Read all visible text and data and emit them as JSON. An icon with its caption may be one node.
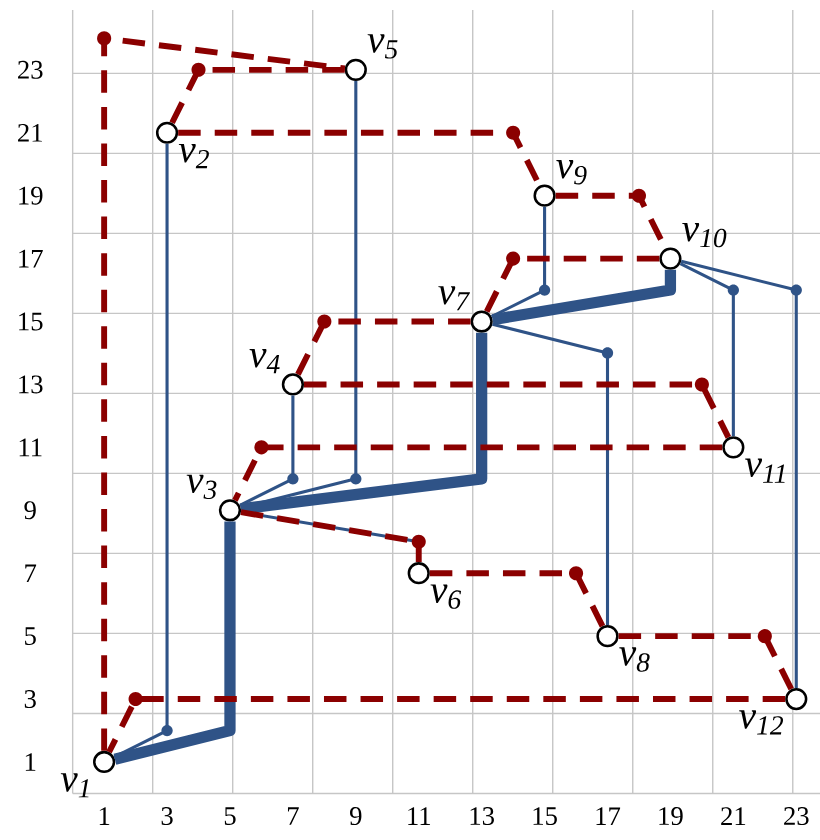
{
  "diagram": {
    "nodes": [
      {
        "text": [
          "v$_{1}$"
        ]
      },
      {
        "text": [
          "v$_{2}$"
        ]
      },
      {
        "text": [
          "v$_{3}$"
        ]
      },
      {
        "text": [
          "v$_{4}$"
        ]
      },
      {
        "text": [
          "v$_{5}$"
        ]
      },
      {
        "text": [
          "v$_{6}$"
        ]
      },
      {
        "text": [
          "v$_{7}$"
        ]
      },
      {
        "text": [
          "v$_{8}$"
        ]
      },
      {
        "text": [
          "v$_{9}$"
        ]
      },
      {
        "text": [
          "v$_{10}$"
        ]
      },
      {
        "text": [
          "v$_{11}$"
        ]
      },
      {
        "text": [
          "v$_{12}$"
        ]
      }
    ],
    "edges": [
      {
        "from": 0,
        "to": 1,
        "arrow": "none",
        "color": "#2f5387"
      },
      {
        "from": 0,
        "to": 2,
        "arrow": "none",
        "style": "thick",
        "color": "#2f5387"
      },
      {
        "from": 2,
        "to": 3,
        "arrow": "none",
        "color": "#2f5387"
      },
      {
        "from": 2,
        "to": 4,
        "arrow": "none",
        "color": "#2f5387"
      },
      {
        "from": 2,
        "to": 5,
        "arrow": "none",
        "color": "#2f5387"
      },
      {
        "from": 2,
        "to": 6,
        "arrow": "none",
        "style": "thick",
        "color": "#2f5387"
      },
      {
        "from": 6,
        "to": 8,
        "arrow": "none",
        "color": "#2f5387"
      },
      {
        "from": 6,
        "to": 9,
        "arrow": "none",
        "style": "thick",
        "color": "#2f5387"
      },
      {
        "from": 6,
        "to": 7,
        "arrow": "none",
        "color": "#2f5387"
      },
      {
        "from": 9,
        "to": 10,
        "arrow": "none",
        "color": "#2f5387"
      },
      {
        "from": 9,
        "to": 11,
        "arrow": "none",
        "color": "#2f5387"
      },
      {
        "from": 0,
        "to": 4,
        "arrow": "none",
        "style": "dashed",
        "color": "#8b0000"
      },
      {
        "from": 4,
        "to": 1,
        "arrow": "none",
        "style": "dashed",
        "color": "#8b0000"
      },
      {
        "from": 1,
        "to": 8,
        "arrow": "none",
        "style": "dashed",
        "color": "#8b0000"
      },
      {
        "from": 8,
        "to": 9,
        "arrow": "none",
        "style": "dashed",
        "color": "#8b0000"
      },
      {
        "from": 9,
        "to": 6,
        "arrow": "none",
        "style": "dashed",
        "color": "#8b0000"
      },
      {
        "from": 6,
        "to": 3,
        "arrow": "none",
        "style": "dashed",
        "color": "#8b0000"
      },
      {
        "from": 3,
        "to": 10,
        "arrow": "none",
        "style": "dashed",
        "color": "#8b0000"
      },
      {
        "from": 10,
        "to": 2,
        "arrow": "none",
        "style": "dashed",
        "color": "#8b0000"
      },
      {
        "from": 2,
        "to": 5,
        "arrow": "none",
        "style": "dashed",
        "color": "#8b0000"
      },
      {
        "from": 5,
        "to": 7,
        "arrow": "none",
        "style": "dashed",
        "color": "#8b0000"
      },
      {
        "from": 7,
        "to": 11,
        "arrow": "none",
        "style": "dashed",
        "color": "#8b0000"
      },
      {
        "from": 11,
        "to": 0,
        "arrow": "none",
        "style": "dashed",
        "color": "#8b0000"
      }
    ],
    "labels": [
      "23",
      "21",
      "19",
      "17",
      "15",
      "13",
      "11",
      "9",
      "7",
      "5",
      "3",
      "1",
      "1",
      "3",
      "5",
      "7",
      "9",
      "11",
      "13",
      "15",
      "17",
      "19",
      "21",
      "23"
    ]
  }
}
